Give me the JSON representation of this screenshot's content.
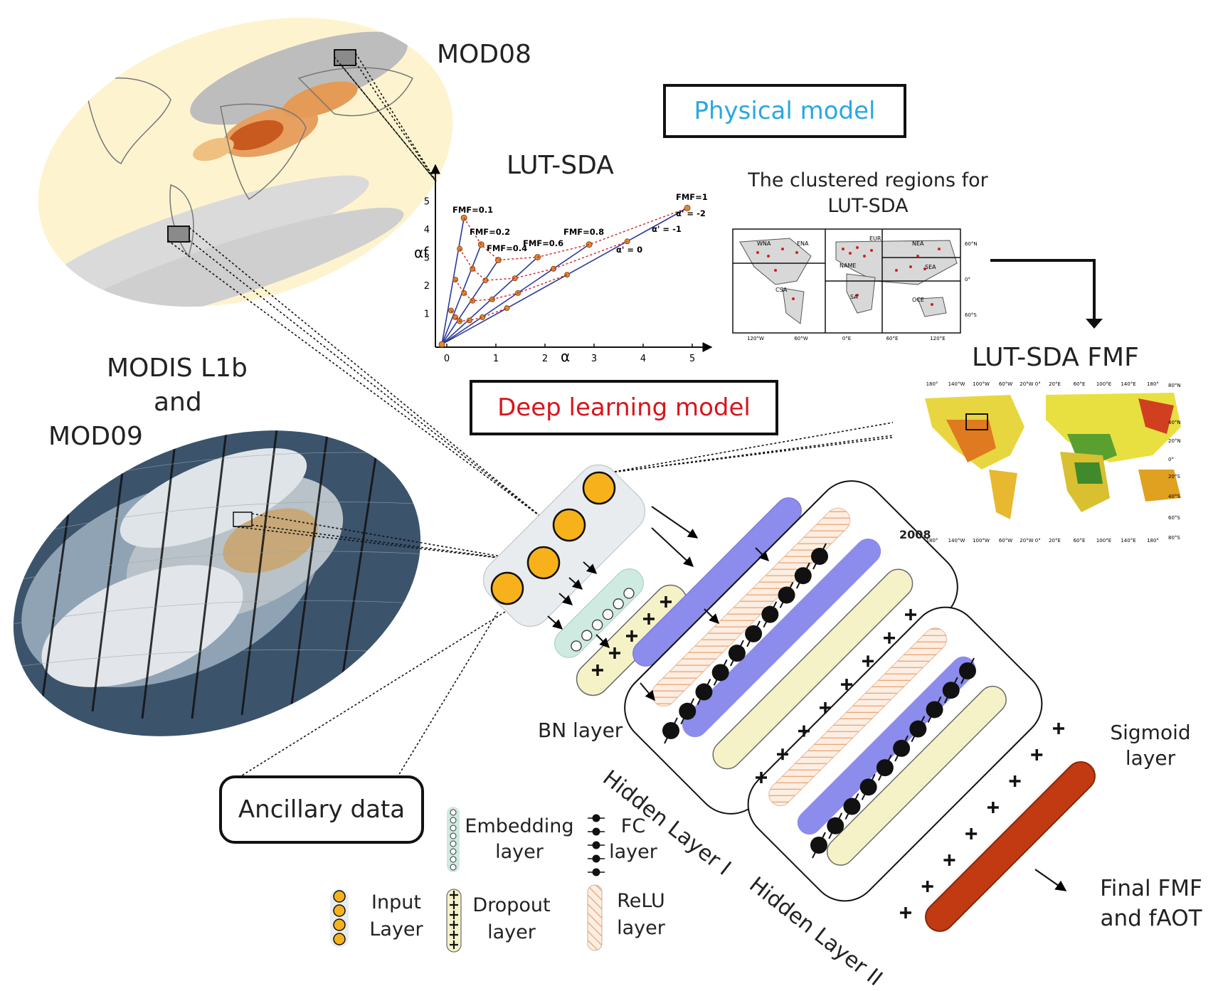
{
  "labels": {
    "mod08": "MOD08",
    "physical_model": "Physical model",
    "lut_sda": "LUT-SDA",
    "clustered_title_1": "The clustered regions for",
    "clustered_title_2": "LUT-SDA",
    "lut_sda_fmf": "LUT-SDA FMF",
    "modis_line1": "MODIS L1b",
    "modis_line2": "and",
    "modis_line3": "MOD09",
    "deep_learning_model": "Deep learning model",
    "bn_layer": "BN layer",
    "hidden_layer_1": "Hidden Layer I",
    "hidden_layer_2": "Hidden Layer II",
    "sigmoid_line1": "Sigmoid",
    "sigmoid_line2": "layer",
    "final_line1": "Final FMF",
    "final_line2": "and fAOT",
    "ancillary_data": "Ancillary data",
    "year": "2008"
  },
  "legend": {
    "embedding_1": "Embedding",
    "embedding_2": "layer",
    "fc_1": "FC",
    "fc_2": "layer",
    "input_1": "Input",
    "input_2": "Layer",
    "dropout_1": "Dropout",
    "dropout_2": "layer",
    "relu_1": "ReLU",
    "relu_2": "layer"
  },
  "lut_chart": {
    "ylabel": "αf",
    "xlabel": "α",
    "x_ticks": [
      "0",
      "1",
      "2",
      "3",
      "4",
      "5"
    ],
    "y_ticks": [
      "1",
      "2",
      "3",
      "4",
      "5"
    ],
    "fmf_labels": [
      "FMF=0.1",
      "FMF=0.2",
      "FMF=0.4",
      "FMF=0.6",
      "FMF=0.8",
      "FMF=1"
    ],
    "alpha_prime_labels": [
      "α' = -2",
      "α' = -1",
      "α' = 0"
    ]
  },
  "cluster_map": {
    "regions": [
      "WNA",
      "ENA",
      "EUR",
      "NEA",
      "NAME",
      "SEA",
      "CSA",
      "SA",
      "OCE"
    ],
    "lon_ticks": [
      "120°W",
      "60°W",
      "0°E",
      "60°E",
      "120°E"
    ],
    "lat_ticks": [
      "60°N",
      "0°",
      "60°S"
    ]
  },
  "fmf_map": {
    "lon_ticks": [
      "180°",
      "140°W",
      "100°W",
      "60°W",
      "20°W 0°",
      "20°E",
      "60°E",
      "100°E",
      "140°E",
      "180°"
    ],
    "lat_ticks": [
      "80°N",
      "40°N",
      "20°N",
      "0°",
      "20°S",
      "40°S",
      "60°S",
      "80°S"
    ]
  },
  "colors": {
    "input_node": "#f7b21b",
    "bn_layer": "#8c8cec",
    "embedding": "#cfeae0",
    "dropout": "#f5f2c8",
    "relu_stripe": "#f0a070",
    "sigmoid": "#c23a12",
    "physical_model_text": "#29a8e0",
    "deep_learning_text": "#d9141c",
    "plot_line": "#2b3a9a",
    "plot_dashed": "#d22020",
    "plot_point": "#e08a30"
  }
}
